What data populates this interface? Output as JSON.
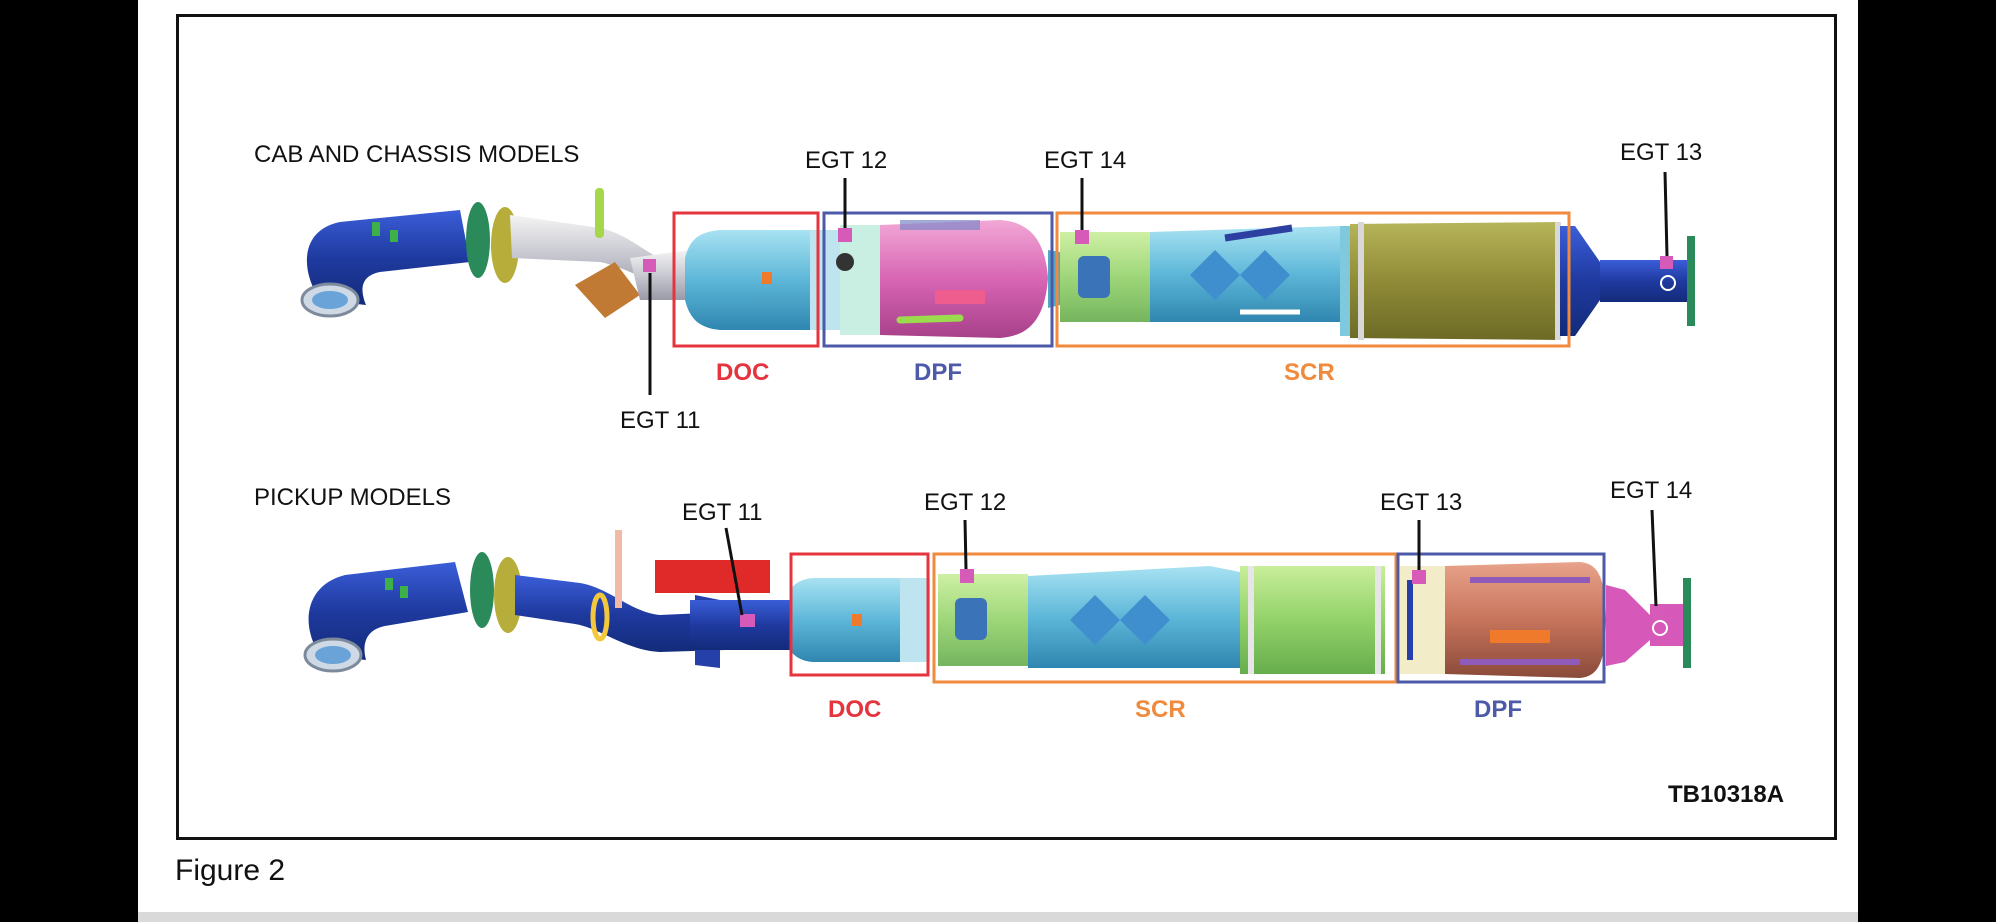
{
  "figure_id": "TB10318A",
  "caption": "Figure 2",
  "colors": {
    "doc": "#e5343d",
    "dpf": "#4d5aa8",
    "scr": "#f08a3c",
    "pipe": "#2540a8",
    "body": "#5fb5d6"
  },
  "cab_chassis": {
    "title": "CAB AND CHASSIS MODELS",
    "egt_11": "EGT 11",
    "egt_12": "EGT 12",
    "egt_13": "EGT 13",
    "egt_14": "EGT 14",
    "doc": "DOC",
    "dpf": "DPF",
    "scr": "SCR"
  },
  "pickup": {
    "title": "PICKUP MODELS",
    "egt_11": "EGT 11",
    "egt_12": "EGT 12",
    "egt_13": "EGT 13",
    "egt_14": "EGT 14",
    "doc": "DOC",
    "scr": "SCR",
    "dpf": "DPF"
  }
}
